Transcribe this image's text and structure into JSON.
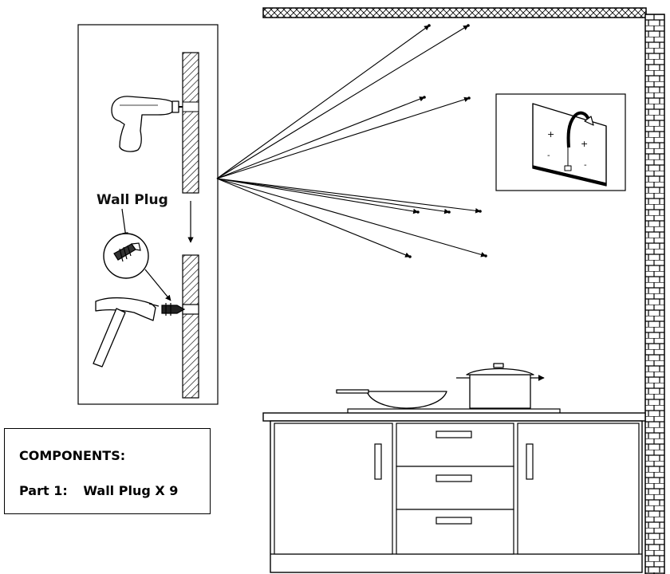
{
  "wall_plug_label": "Wall Plug",
  "components": {
    "title": "COMPONENTS:",
    "part_label": "Part 1:",
    "part_item": "Wall Plug X 9"
  },
  "icons": [
    "drill-icon",
    "wall-plug-icon",
    "hammer-icon",
    "panel-flip-icon",
    "pot-icon",
    "wok-icon"
  ],
  "colors": {
    "line": "#000000",
    "background": "#ffffff"
  }
}
